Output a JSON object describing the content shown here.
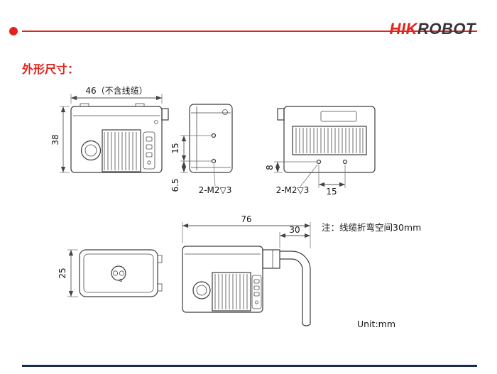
{
  "page": {
    "title": "外形尺寸：",
    "note": "注：线缆折弯空间30mm",
    "unit": "Unit:mm"
  },
  "logo": {
    "hik": "HIK",
    "robot": "ROBOT"
  },
  "dims": {
    "front_width": "46（不含线缆）",
    "front_height": "38",
    "side_hole_spacing": "15",
    "side_hole_offset": "6.5",
    "side_thread": "2-M2▽3",
    "back_hole_offset": "8",
    "back_hole_spacing": "15",
    "back_thread": "2-M2▽3",
    "top_depth": "25",
    "overall_length": "76",
    "cable_bend": "30"
  },
  "colors": {
    "accent": "#e2231a",
    "logo_dark": "#35353b",
    "footer": "#1c2b50"
  }
}
